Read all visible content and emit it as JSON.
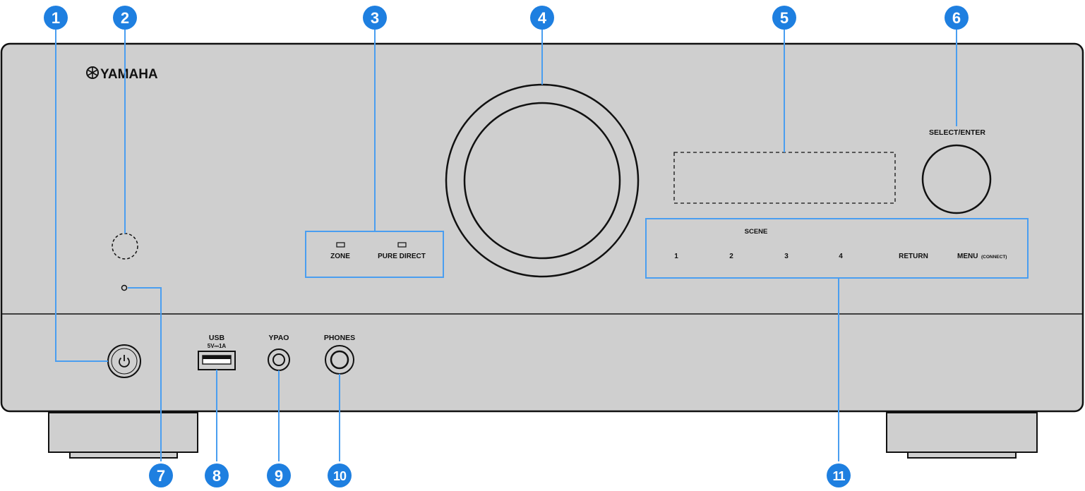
{
  "brand": "YAMAHA",
  "labels": {
    "zone": "ZONE",
    "pure_direct": "PURE DIRECT",
    "select_enter": "SELECT/ENTER",
    "scene": "SCENE",
    "scene_1": "1",
    "scene_2": "2",
    "scene_3": "3",
    "scene_4": "4",
    "return": "RETURN",
    "menu": "MENU",
    "menu_sub": "(CONNECT)",
    "usb": "USB",
    "usb_rating": "5V⎓1A",
    "ypao": "YPAO",
    "phones": "PHONES"
  },
  "callouts": [
    "1",
    "2",
    "3",
    "4",
    "5",
    "6",
    "7",
    "8",
    "9",
    "10",
    "11"
  ],
  "colors": {
    "panel": "#cfcfcf",
    "callout": "#1e7fe0",
    "leader": "#4a9ef0",
    "outline": "#111111"
  }
}
